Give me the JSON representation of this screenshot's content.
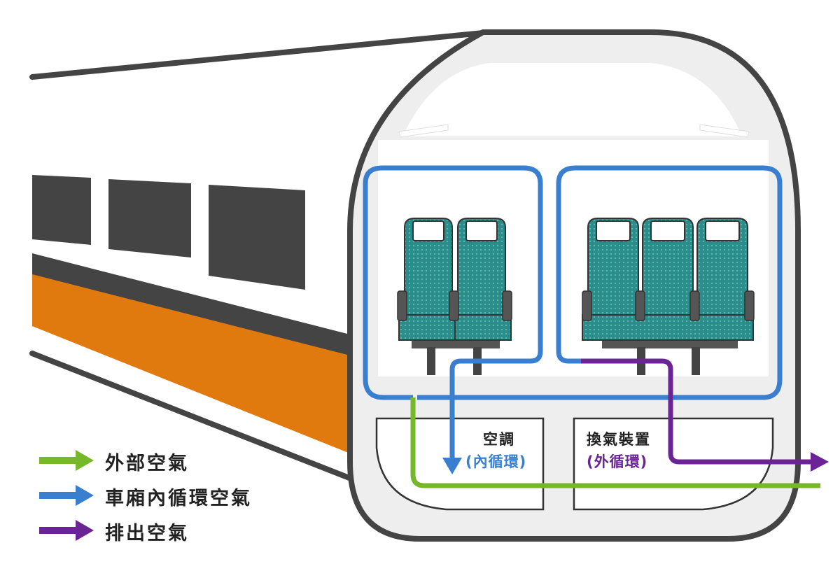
{
  "colors": {
    "outside_air": "#76b82a",
    "cabin_circulation": "#3a7fcf",
    "exhaust": "#6a2496",
    "train_stripe": "#e07a0e",
    "window": "#444444",
    "seat": "#2a8d8a",
    "outline": "#4a4a4a"
  },
  "legend": [
    {
      "label": "外部空氣",
      "color_key": "outside_air"
    },
    {
      "label": "車廂內循環空氣",
      "color_key": "cabin_circulation"
    },
    {
      "label": "排出空氣",
      "color_key": "exhaust"
    }
  ],
  "units": {
    "ac": {
      "title": "空調",
      "subtitle": "(內循環)",
      "color_key": "cabin_circulation"
    },
    "ventilation": {
      "title": "換氣裝置",
      "subtitle": "(外循環)",
      "color_key": "exhaust"
    }
  },
  "seats": {
    "left_group_count": 2,
    "right_group_count": 3
  }
}
